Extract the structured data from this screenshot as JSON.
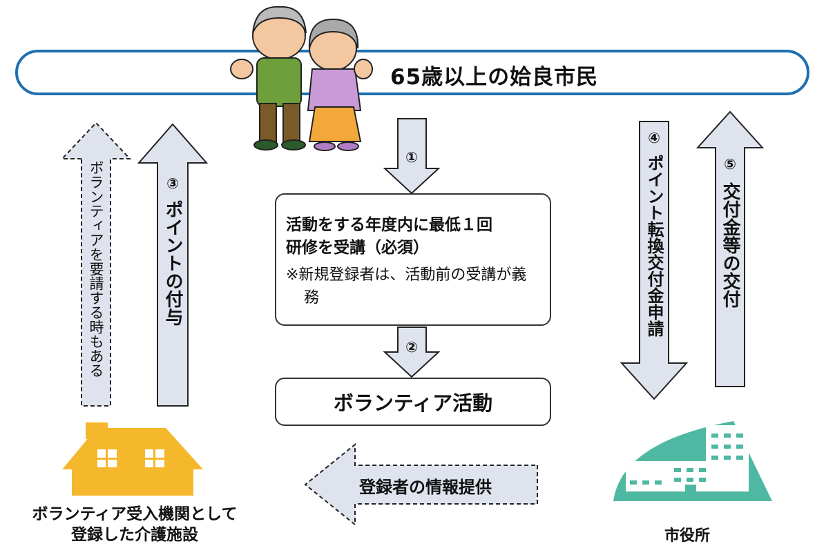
{
  "banner": {
    "title": "65歳以上の姶良市民"
  },
  "steps": {
    "s1": {
      "number": "①"
    },
    "s2": {
      "number": "②"
    },
    "s3": {
      "number": "③",
      "label": "ポイントの付与"
    },
    "s4": {
      "number": "④",
      "label": "ポイント転換交付金申請"
    },
    "s5": {
      "number": "⑤",
      "label": "交付金等の交付"
    }
  },
  "training_box": {
    "line1": "活動をする年度内に最低１回",
    "line2": "研修を受講（必須）",
    "note": "※新規登録者は、活動前の受講が義務"
  },
  "activity_box": {
    "label": "ボランティア活動"
  },
  "request_arrow": {
    "label": "ボランティアを要請する時もある"
  },
  "info_arrow": {
    "label": "登録者の情報提供"
  },
  "facility": {
    "caption_line1": "ボランティア受入機関として",
    "caption_line2": "登録した介護施設"
  },
  "city_hall": {
    "caption": "市役所"
  },
  "colors": {
    "banner_border": "#1f6fb2",
    "arrow_fill": "#dfe3ee",
    "house": "#f5b72b",
    "building": "#4fb8a2"
  }
}
